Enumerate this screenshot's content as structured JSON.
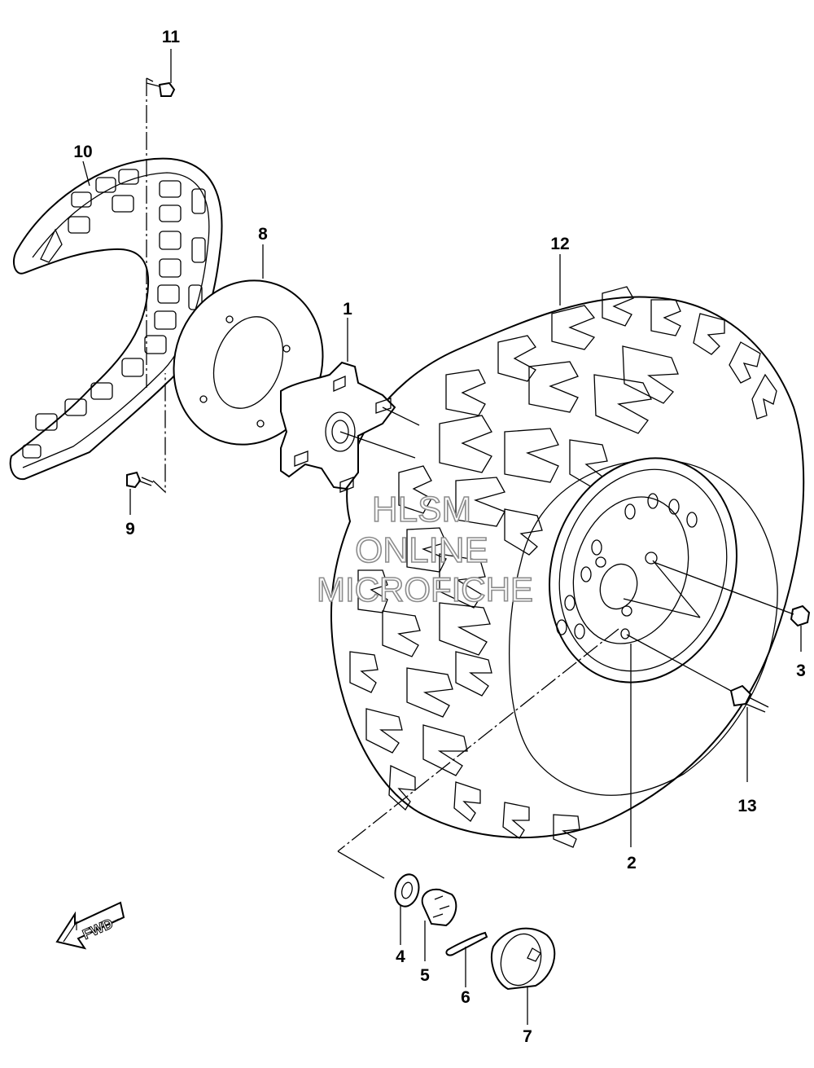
{
  "diagram": {
    "callouts": {
      "p1": "1",
      "p2": "2",
      "p3": "3",
      "p4": "4",
      "p5": "5",
      "p6": "6",
      "p7": "7",
      "p8": "8",
      "p9": "9",
      "p10": "10",
      "p11": "11",
      "p12": "12",
      "p13": "13"
    },
    "watermark": {
      "line1": "HLSM",
      "line2": "ONLINE",
      "line3": "MICROFICHE"
    },
    "direction_label": "FWD"
  }
}
